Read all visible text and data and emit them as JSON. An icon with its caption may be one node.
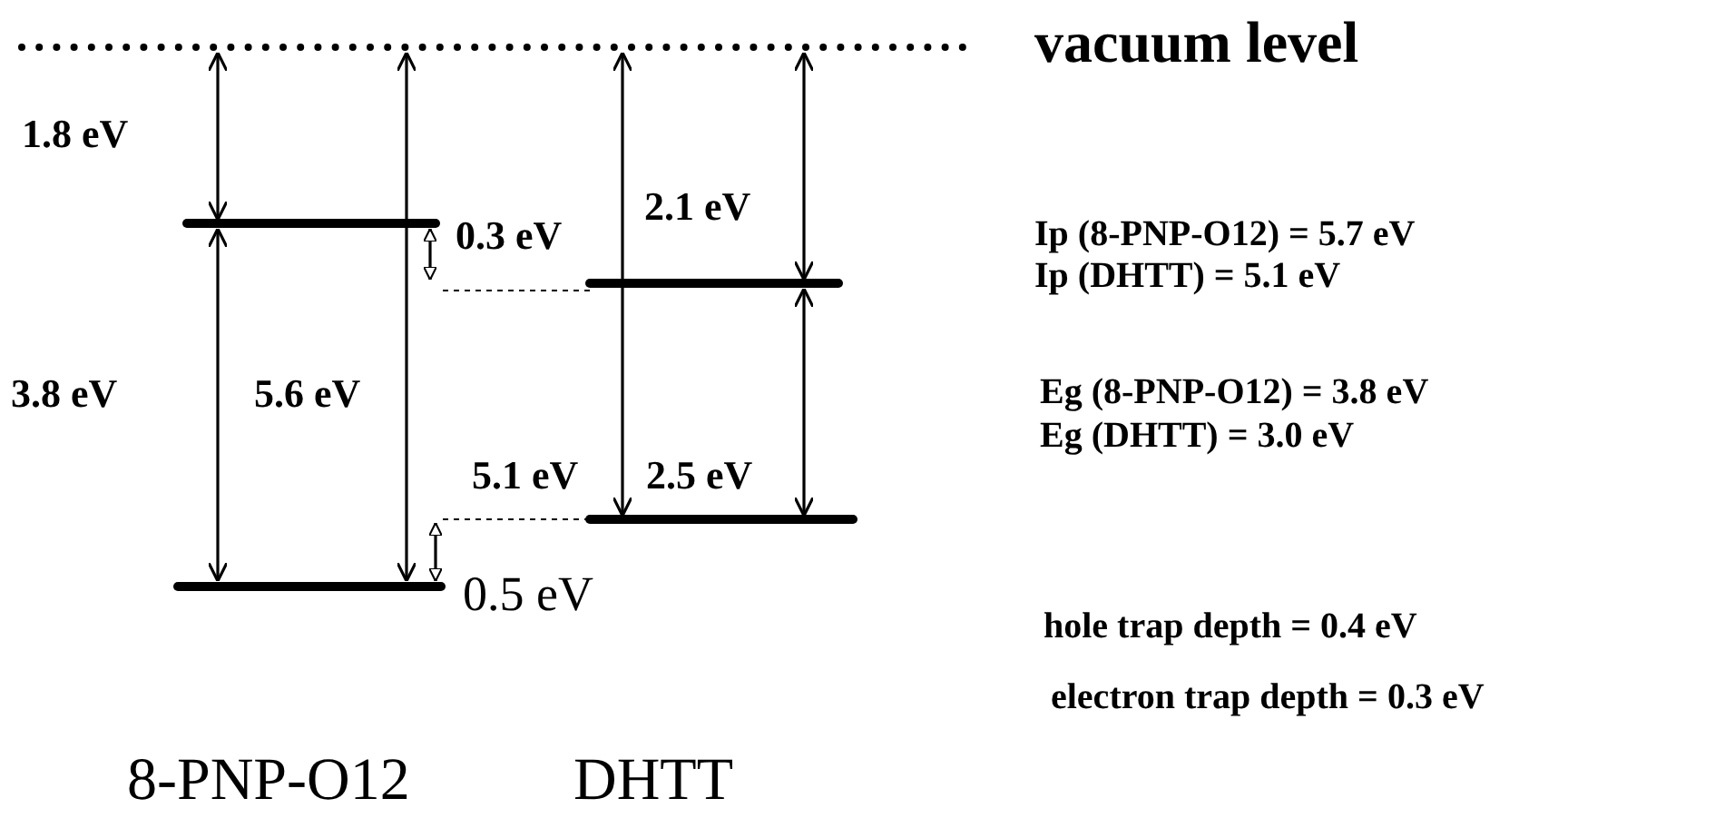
{
  "diagram": {
    "labels": [
      "vacuum level",
      "1.8 eV",
      "0.3 eV",
      "2.1 eV",
      "Ip (8-PNP-O12) = 5.7 eV",
      "Ip (DHTT) = 5.1 eV",
      "3.8 eV",
      "5.6 eV",
      "Eg (8-PNP-O12) = 3.8 eV",
      "Eg (DHTT) = 3.0 eV",
      "5.1 eV",
      "2.5 eV",
      "0.5 eV",
      "hole trap depth = 0.4 eV",
      "electron trap depth = 0.3 eV",
      "8-PNP-O12",
      "DHTT"
    ]
  }
}
